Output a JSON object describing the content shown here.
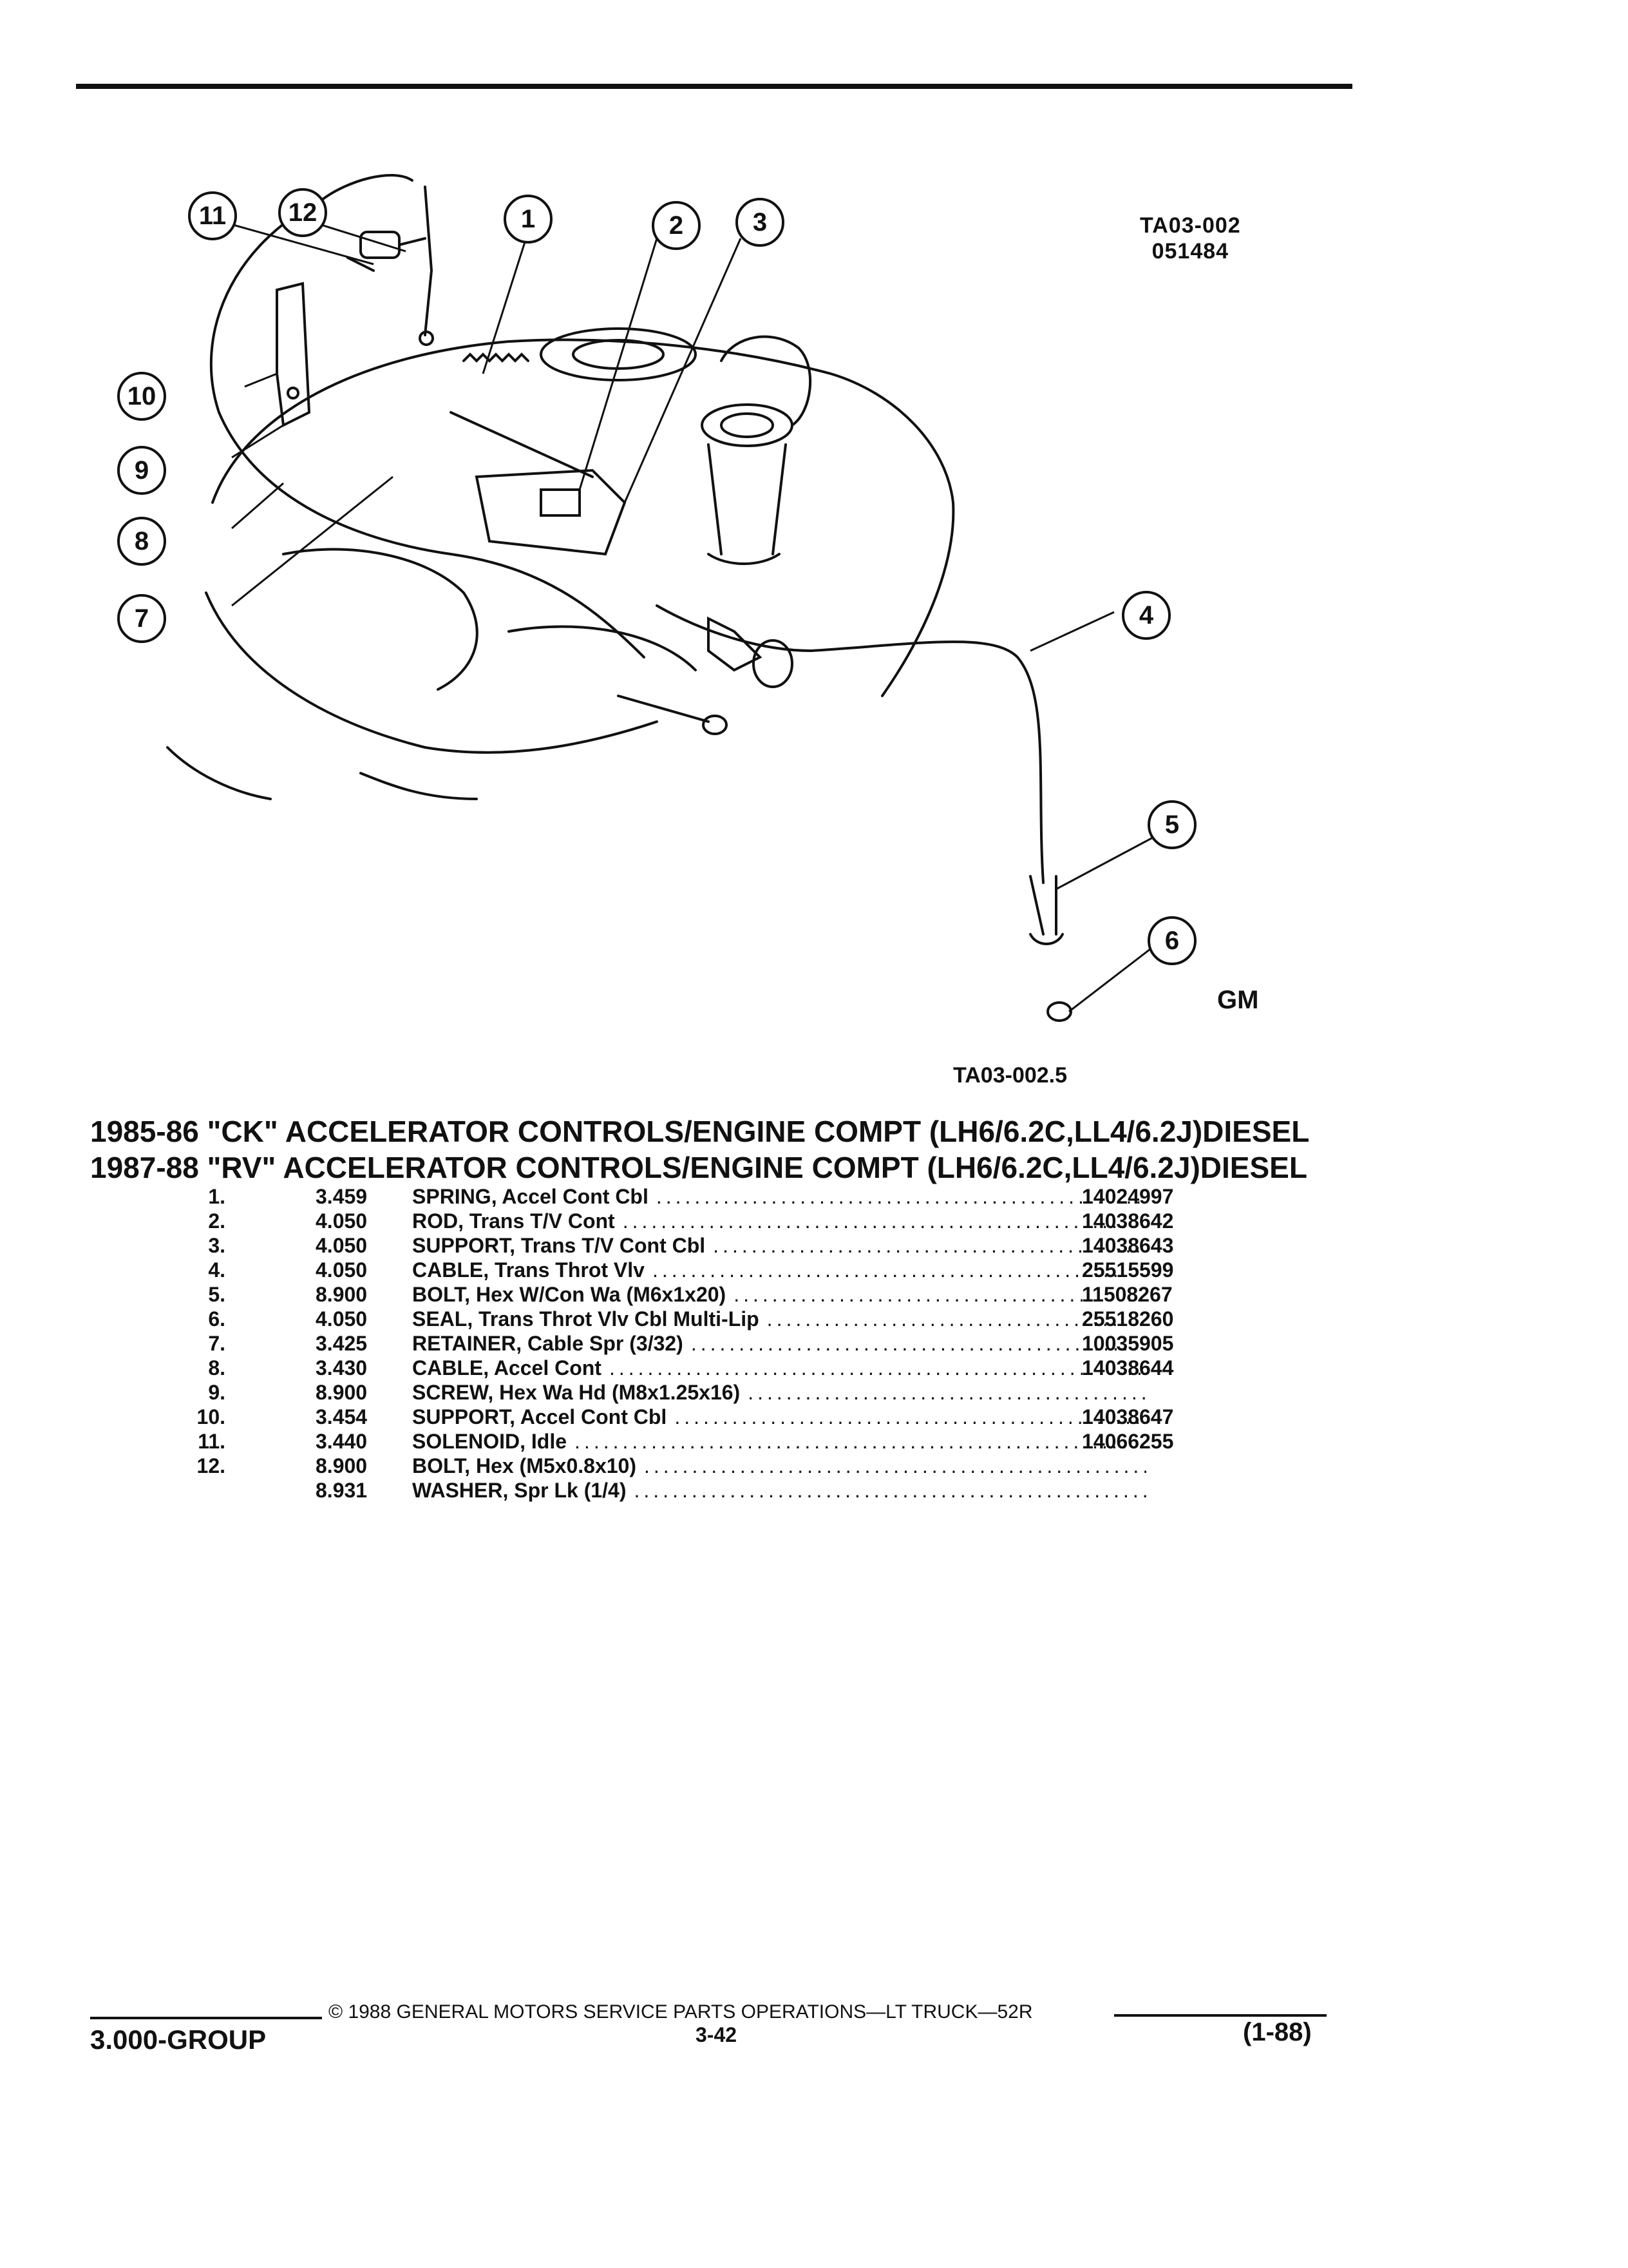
{
  "diagram": {
    "ref_code": "TA03-002",
    "ref_date": "051484",
    "figure_id": "TA03-002.5",
    "callouts": [
      "1",
      "2",
      "3",
      "4",
      "5",
      "6",
      "7",
      "8",
      "9",
      "10",
      "11",
      "12"
    ],
    "logo": "GM"
  },
  "titles": [
    "1985-86 \"CK\" ACCELERATOR CONTROLS/ENGINE COMPT (LH6/6.2C,LL4/6.2J)DIESEL",
    "1987-88 \"RV\" ACCELERATOR CONTROLS/ENGINE COMPT (LH6/6.2C,LL4/6.2J)DIESEL"
  ],
  "parts": [
    {
      "ref": "1.",
      "group": "3.459",
      "desc": "SPRING, Accel Cont Cbl",
      "part_no": "14024997"
    },
    {
      "ref": "2.",
      "group": "4.050",
      "desc": "ROD, Trans T/V Cont",
      "part_no": "14038642"
    },
    {
      "ref": "3.",
      "group": "4.050",
      "desc": "SUPPORT, Trans T/V Cont Cbl",
      "part_no": "14038643"
    },
    {
      "ref": "4.",
      "group": "4.050",
      "desc": "CABLE, Trans Throt Vlv",
      "part_no": "25515599"
    },
    {
      "ref": "5.",
      "group": "8.900",
      "desc": "BOLT, Hex W/Con Wa (M6x1x20)",
      "part_no": "11508267"
    },
    {
      "ref": "6.",
      "group": "4.050",
      "desc": "SEAL, Trans Throt Vlv Cbl Multi-Lip",
      "part_no": "25518260"
    },
    {
      "ref": "7.",
      "group": "3.425",
      "desc": "RETAINER, Cable Spr (3/32)",
      "part_no": "10035905"
    },
    {
      "ref": "8.",
      "group": "3.430",
      "desc": "CABLE, Accel Cont",
      "part_no": "14038644"
    },
    {
      "ref": "9.",
      "group": "8.900",
      "desc": "SCREW, Hex Wa Hd (M8x1.25x16)",
      "part_no": ""
    },
    {
      "ref": "10.",
      "group": "3.454",
      "desc": "SUPPORT, Accel Cont Cbl",
      "part_no": "14038647"
    },
    {
      "ref": "11.",
      "group": "3.440",
      "desc": "SOLENOID, Idle",
      "part_no": "14066255"
    },
    {
      "ref": "12.",
      "group": "8.900",
      "desc": "BOLT, Hex (M5x0.8x10)",
      "part_no": ""
    },
    {
      "ref": "",
      "group": "8.931",
      "desc": "WASHER, Spr Lk (1/4)",
      "part_no": ""
    }
  ],
  "footer": {
    "copyright": "© 1988 GENERAL MOTORS SERVICE PARTS OPERATIONS—LT TRUCK—52R",
    "group": "3.000-GROUP",
    "page": "3-42",
    "date": "(1-88)"
  }
}
